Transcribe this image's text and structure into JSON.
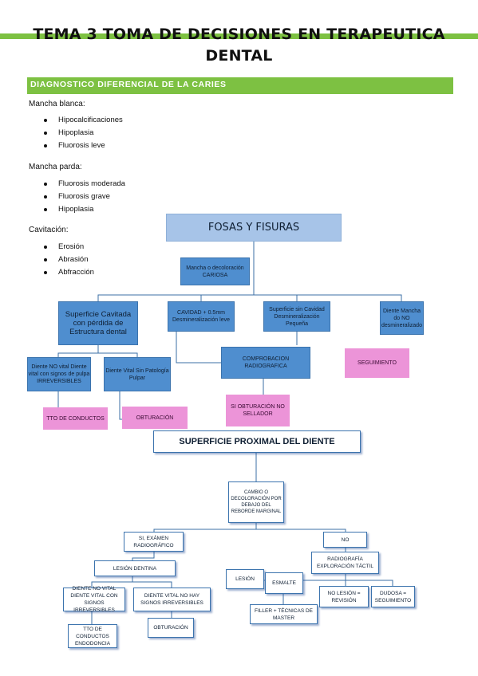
{
  "title": {
    "line1": "TEMA 3 TOMA DE DECISIONES EN TERAPEUTICA",
    "line2": "DENTAL"
  },
  "section": {
    "heading": "DIAGNOSTICO DIFERENCIAL DE LA CARIES"
  },
  "lists": {
    "mancha_blanca": {
      "label": "Mancha blanca:",
      "items": [
        "Hipocalcificaciones",
        "Hipoplasia",
        "Fluorosis leve"
      ]
    },
    "mancha_parda": {
      "label": "Mancha parda:",
      "items": [
        "Fluorosis moderada",
        "Fluorosis grave",
        "Hipoplasia"
      ]
    },
    "cavitacion": {
      "label": "Cavitación:",
      "items": [
        "Erosión",
        "Abrasión",
        "Abfracción"
      ]
    }
  },
  "fosas": {
    "title": "FOSAS Y FISURAS",
    "mancha": "Mancha o decoloración CARIOSA",
    "cavitada": "Superficie Cavitada con pérdida de Estructura dental",
    "cavidad_leve": "CAVIDAD + 0.5mm Desmineralización leve",
    "sin_cavidad": "Superficie sin Cavidad Desmineralización Pequeña",
    "diente_mancha": "Diente Mancha do NO desmineralizado",
    "comprobacion": "COMPROBACION RADIOGRAFICA",
    "seguimiento": "SEGUIMIENTO",
    "no_vital": "Diente NO vital Diente vital con signos de pulpa IRREVERSIBLES",
    "vital": "Diente Vital Sin Patología Pulpar",
    "obturacion_sellador": "SI OBTURACIÓN NO SELLADOR",
    "tto": "TTO DE CONDUCTOS",
    "obturacion": "OBTURACIÓN"
  },
  "proximal": {
    "title": "SUPERFICIE PROXIMAL DEL DIENTE",
    "root": "CAMBIO O DECOLORACIÓN POR DEBAJO DEL REBORDE MARGINAL",
    "si": "SI, EXÁMEN RADIOGRÁFICO",
    "no": "NO",
    "lesion_dentina": "LESIÓN DENTINA",
    "radiografia": "RADIOGRAFÍA EXPLORACIÓN TÁCTIL",
    "no_vital": "DIENTE NO VITAL DIENTE VITAL CON SIGNOS IRREVERSIBLES",
    "vital": "DIENTE VITAL NO HAY SIGNOS IRREVERSIBLES",
    "lesion": "LESIÓN",
    "esmalte": "ESMALTE",
    "filler": "FILLER + TÉCNICAS DE MASTER",
    "no_lesion": "NO LESIÓN = REVISIÓN",
    "dudosa": "DUDOSA = SEGUIMIENTO",
    "tto": "TTO DE CONDUCTOS ENDODONCIA",
    "obturacion": "OBTURACIÓN"
  }
}
